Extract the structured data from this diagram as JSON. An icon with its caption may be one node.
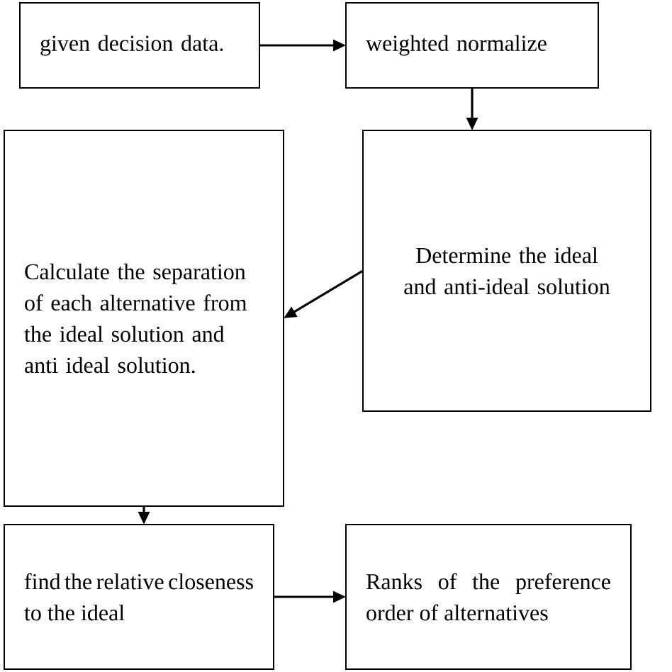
{
  "diagram": {
    "nodes": [
      {
        "text": [
          "given decision data."
        ]
      },
      {
        "text": [
          "weighted normalize"
        ]
      },
      {
        "text": [
          "Determine the ideal and anti-ideal solution"
        ]
      },
      {
        "text": [
          "Calculate the separation of each alternative from the ideal solution and anti ideal solution."
        ]
      },
      {
        "text": [
          "find the relative closeness to the ideal"
        ]
      },
      {
        "text": [
          "Ranks of the preference order of alternatives"
        ]
      }
    ],
    "edges": [
      {
        "from": 0,
        "to": 1,
        "arrow": "to"
      },
      {
        "from": 1,
        "to": 2,
        "arrow": "to"
      },
      {
        "from": 2,
        "to": 3,
        "arrow": "to"
      },
      {
        "from": 3,
        "to": 4,
        "arrow": "to"
      },
      {
        "from": 4,
        "to": 5,
        "arrow": "to"
      }
    ]
  }
}
